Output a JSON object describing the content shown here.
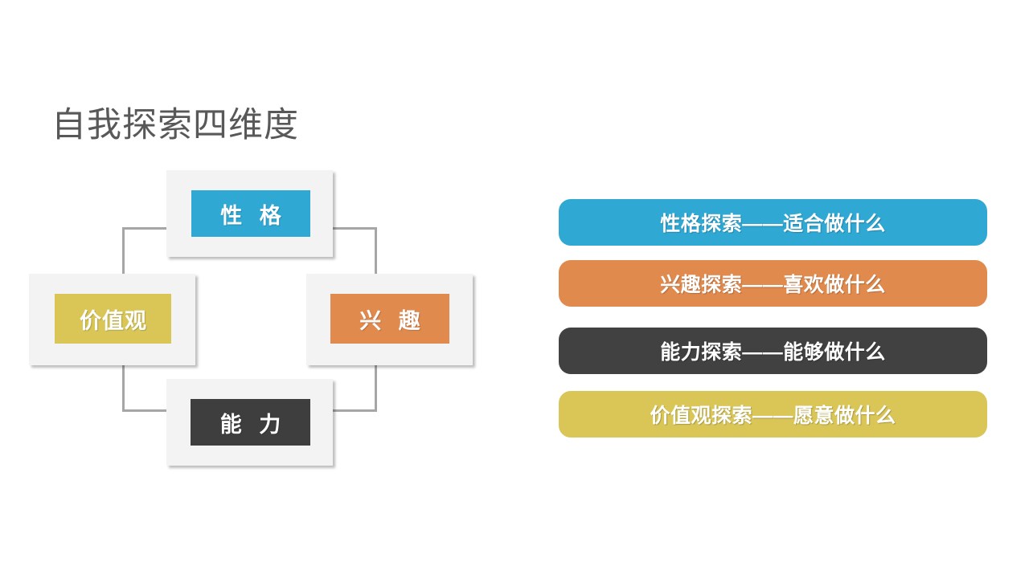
{
  "slide": {
    "title": "自我探索四维度",
    "background": "#FFFFFF",
    "title_color": "#585858"
  },
  "diagram": {
    "type": "ring-of-four",
    "nodes": [
      {
        "id": "personality",
        "label": "性 格",
        "position": "top",
        "color": "#2FA8D4",
        "panel_color": "#F3F3F3"
      },
      {
        "id": "interest",
        "label": "兴 趣",
        "position": "right",
        "color": "#E18A4E",
        "panel_color": "#F3F3F3"
      },
      {
        "id": "ability",
        "label": "能 力",
        "position": "bottom",
        "color": "#3E3E3E",
        "panel_color": "#F3F3F3"
      },
      {
        "id": "values",
        "label": "价值观",
        "position": "left",
        "color": "#D9C657",
        "panel_color": "#F3F3F3"
      }
    ],
    "connector_color": "#A6A6A6"
  },
  "legend": {
    "items": [
      {
        "id": "personality-explore",
        "text": "性格探索——适合做什么",
        "color": "#2FA8D4"
      },
      {
        "id": "interest-explore",
        "text": "兴趣探索——喜欢做什么",
        "color": "#E18A4E"
      },
      {
        "id": "ability-explore",
        "text": "能力探索——能够做什么",
        "color": "#414141"
      },
      {
        "id": "values-explore",
        "text": "价值观探索——愿意做什么",
        "color": "#D9C657"
      }
    ]
  }
}
